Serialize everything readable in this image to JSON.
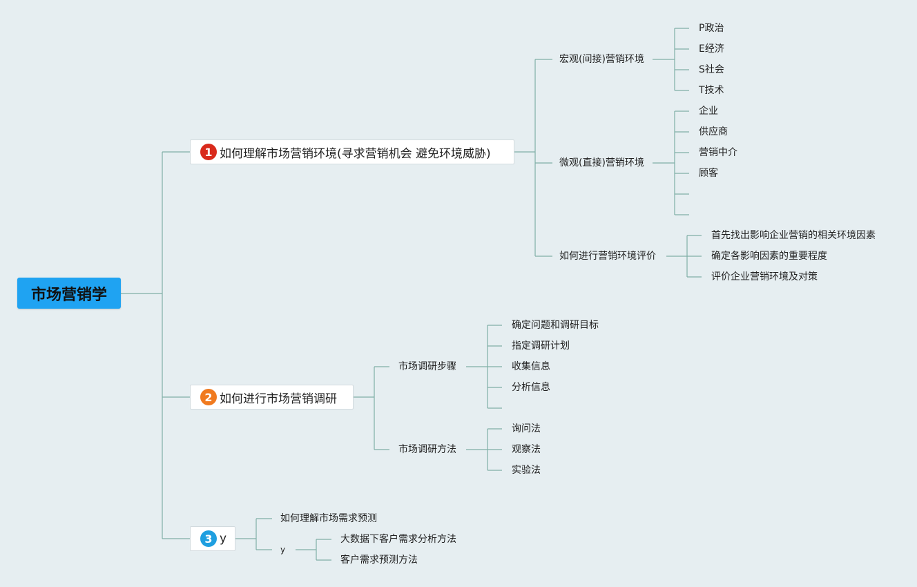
{
  "colors": {
    "background": "#e6eef1",
    "root_fill": "#1fa3f2",
    "line": "#7faea6",
    "badge_1": "#d92a1c",
    "badge_2": "#f07a1f",
    "badge_3": "#1f9fe0"
  },
  "root": {
    "label": "市场营销学"
  },
  "branches": [
    {
      "marker": "1",
      "label": "如何理解市场营销环境(寻求营销机会 避免环境威胁)",
      "children": [
        {
          "label": "宏观(间接)营销环境",
          "children": [
            "P政治",
            "E经济",
            "S社会",
            "T技术"
          ]
        },
        {
          "label": "微观(直接)营销环境",
          "children": [
            "企业",
            "供应商",
            "营销中介",
            "顾客",
            "",
            ""
          ]
        },
        {
          "label": "如何进行营销环境评价",
          "children": [
            "首先找出影响企业营销的相关环境因素",
            "确定各影响因素的重要程度",
            "评价企业营销环境及对策"
          ]
        }
      ]
    },
    {
      "marker": "2",
      "label": "如何进行市场营销调研",
      "children": [
        {
          "label": "市场调研步骤",
          "children": [
            "确定问题和调研目标",
            "指定调研计划",
            "收集信息",
            "分析信息",
            ""
          ]
        },
        {
          "label": "市场调研方法",
          "children": [
            "询问法",
            "观察法",
            "实验法"
          ]
        }
      ]
    },
    {
      "marker": "3",
      "label": "y",
      "children": [
        {
          "label": "如何理解市场需求预测",
          "children": []
        },
        {
          "label": "y",
          "children": [
            "大数据下客户需求分析方法",
            "客户需求预测方法"
          ]
        }
      ]
    }
  ]
}
